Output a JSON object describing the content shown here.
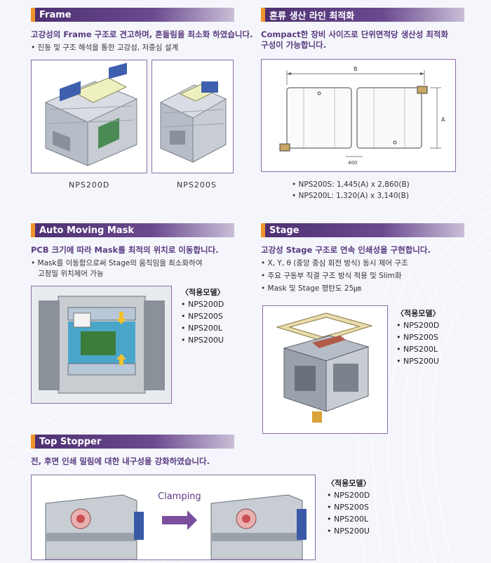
{
  "frame": {
    "title": "Frame",
    "heading": "고강성의 Frame 구조로 견고하며, 흔들림을 최소화 하였습니다.",
    "bullets": [
      "• 진동 및 구조 해석을 통한 고강성, 저중심 설계"
    ],
    "captions": [
      "NPS200D",
      "NPS200S"
    ]
  },
  "line": {
    "title": "혼류 생산 라인 최적화",
    "heading_lines": [
      "Compact한 장비 사이즈로 단위면적당 생산성 최적화",
      "구성이 가능합니다."
    ],
    "dim_b": "B",
    "dim_a": "A",
    "dim_400": "400",
    "specs": [
      "• NPS200S: 1,445(A) x 2,860(B)",
      "• NPS200L: 1,320(A) x 3,140(B)"
    ]
  },
  "auto_mask": {
    "title": "Auto Moving Mask",
    "heading": "PCB 크기에 따라 Mask를 최적의 위치로 이동합니다.",
    "bullets": [
      "• Mask를 이동함으로써 Stage의 움직임을 최소화하여",
      "   고정밀 위치제어 가능"
    ],
    "models_title": "〈적용모델〉",
    "models": [
      "• NPS200D",
      "• NPS200S",
      "• NPS200L",
      "• NPS200U"
    ]
  },
  "stage": {
    "title": "Stage",
    "heading": "고강성 Stage 구조로 연속 인쇄성을 구현합니다.",
    "bullets": [
      "• X, Y, θ (중앙 중심 회전 방식) 동시 제어 구조",
      "• 주요 구동부 직결 구조 방식 적용 및 Slim화",
      "• Mask 및 Stage 평탄도 25㎛"
    ],
    "models_title": "〈적용모델〉",
    "models": [
      "• NPS200D",
      "• NPS200S",
      "• NPS200L",
      "• NPS200U"
    ]
  },
  "top_stopper": {
    "title": "Top Stopper",
    "heading": "전, 후면 인쇄 밀림에 대한 내구성을 강화하였습니다.",
    "clamping": "Clamping",
    "models_title": "〈적용모델〉",
    "models": [
      "• NPS200D",
      "• NPS200S",
      "• NPS200L",
      "• NPS200U"
    ]
  },
  "colors": {
    "header_purple": "#4d2f71",
    "tab_orange": "#f2922b",
    "heading_purple": "#5a3a80",
    "arrow_purple": "#7b4f9e"
  }
}
